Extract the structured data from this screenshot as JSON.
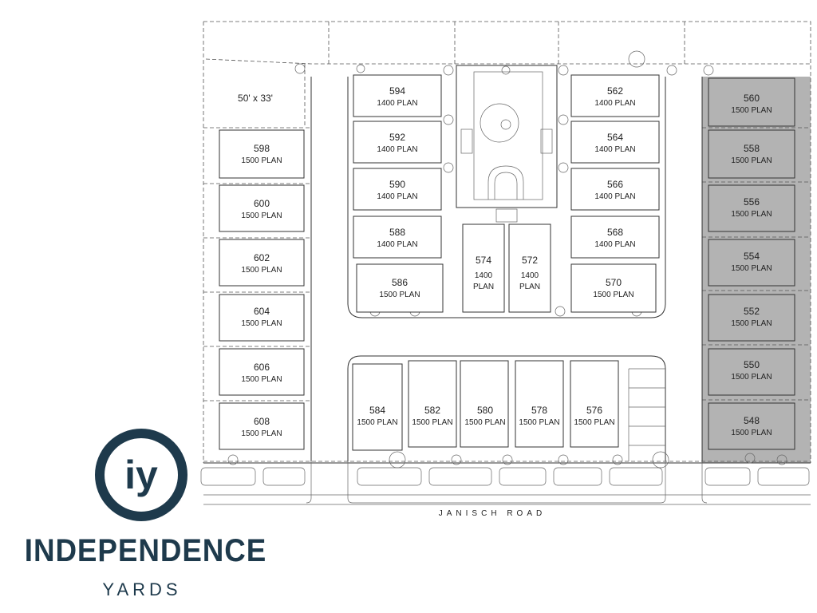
{
  "dimension_note": "50' x 33'",
  "road_name": "JANISCH ROAD",
  "brand": {
    "initials": "iy",
    "name": "INDEPENDENCE",
    "sub": "YARDS",
    "color": "#1e3a4c"
  },
  "colors": {
    "shaded_lots": "#b3b3b3",
    "lines": "#333333"
  },
  "lots": [
    {
      "num": "594",
      "plan": "1400 PLAN"
    },
    {
      "num": "592",
      "plan": "1400 PLAN"
    },
    {
      "num": "590",
      "plan": "1400 PLAN"
    },
    {
      "num": "588",
      "plan": "1400 PLAN"
    },
    {
      "num": "586",
      "plan": "1500 PLAN"
    },
    {
      "num": "562",
      "plan": "1400 PLAN"
    },
    {
      "num": "564",
      "plan": "1400 PLAN"
    },
    {
      "num": "566",
      "plan": "1400 PLAN"
    },
    {
      "num": "568",
      "plan": "1400 PLAN"
    },
    {
      "num": "570",
      "plan": "1500 PLAN"
    },
    {
      "num": "574",
      "plan_line1": "1400",
      "plan_line2": "PLAN"
    },
    {
      "num": "572",
      "plan_line1": "1400",
      "plan_line2": "PLAN"
    },
    {
      "num": "598",
      "plan": "1500 PLAN"
    },
    {
      "num": "600",
      "plan": "1500 PLAN"
    },
    {
      "num": "602",
      "plan": "1500 PLAN"
    },
    {
      "num": "604",
      "plan": "1500 PLAN"
    },
    {
      "num": "606",
      "plan": "1500 PLAN"
    },
    {
      "num": "608",
      "plan": "1500 PLAN"
    },
    {
      "num": "560",
      "plan": "1500 PLAN"
    },
    {
      "num": "558",
      "plan": "1500 PLAN"
    },
    {
      "num": "556",
      "plan": "1500 PLAN"
    },
    {
      "num": "554",
      "plan": "1500 PLAN"
    },
    {
      "num": "552",
      "plan": "1500 PLAN"
    },
    {
      "num": "550",
      "plan": "1500 PLAN"
    },
    {
      "num": "548",
      "plan": "1500 PLAN"
    },
    {
      "num": "584",
      "plan": "1500 PLAN"
    },
    {
      "num": "582",
      "plan": "1500 PLAN"
    },
    {
      "num": "580",
      "plan": "1500 PLAN"
    },
    {
      "num": "578",
      "plan": "1500 PLAN"
    },
    {
      "num": "576",
      "plan": "1500 PLAN"
    }
  ]
}
